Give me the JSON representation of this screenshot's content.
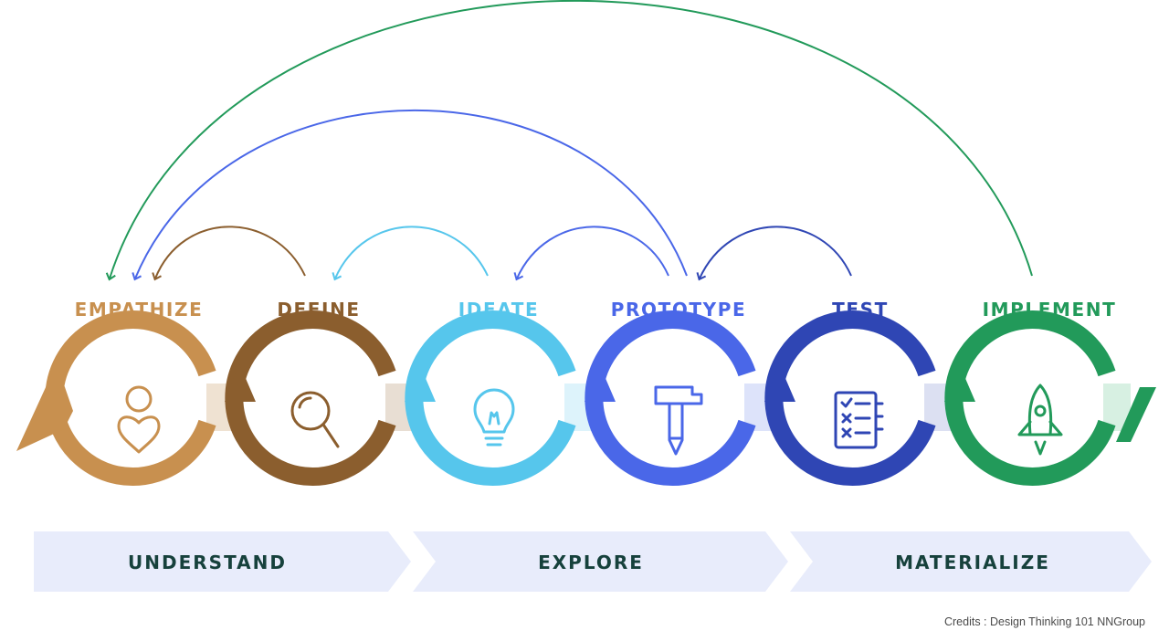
{
  "stages": [
    {
      "label": "EMPATHIZE",
      "color": "#C8904F",
      "icon": "heart-person-icon"
    },
    {
      "label": "DEFINE",
      "color": "#8B5E2E",
      "icon": "magnifier-icon"
    },
    {
      "label": "IDEATE",
      "color": "#56C6EC",
      "icon": "lightbulb-icon"
    },
    {
      "label": "PROTOTYPE",
      "color": "#4A67E8",
      "icon": "hammer-pencil-icon"
    },
    {
      "label": "TEST",
      "color": "#2F46B4",
      "icon": "checklist-icon"
    },
    {
      "label": "IMPLEMENT",
      "color": "#229A5A",
      "icon": "rocket-icon"
    }
  ],
  "phases": [
    {
      "label": "UNDERSTAND"
    },
    {
      "label": "EXPLORE"
    },
    {
      "label": "MATERIALIZE"
    }
  ],
  "phase_color": "#E8ECFB",
  "credits": "Credits : Design Thinking 101 NNGroup"
}
